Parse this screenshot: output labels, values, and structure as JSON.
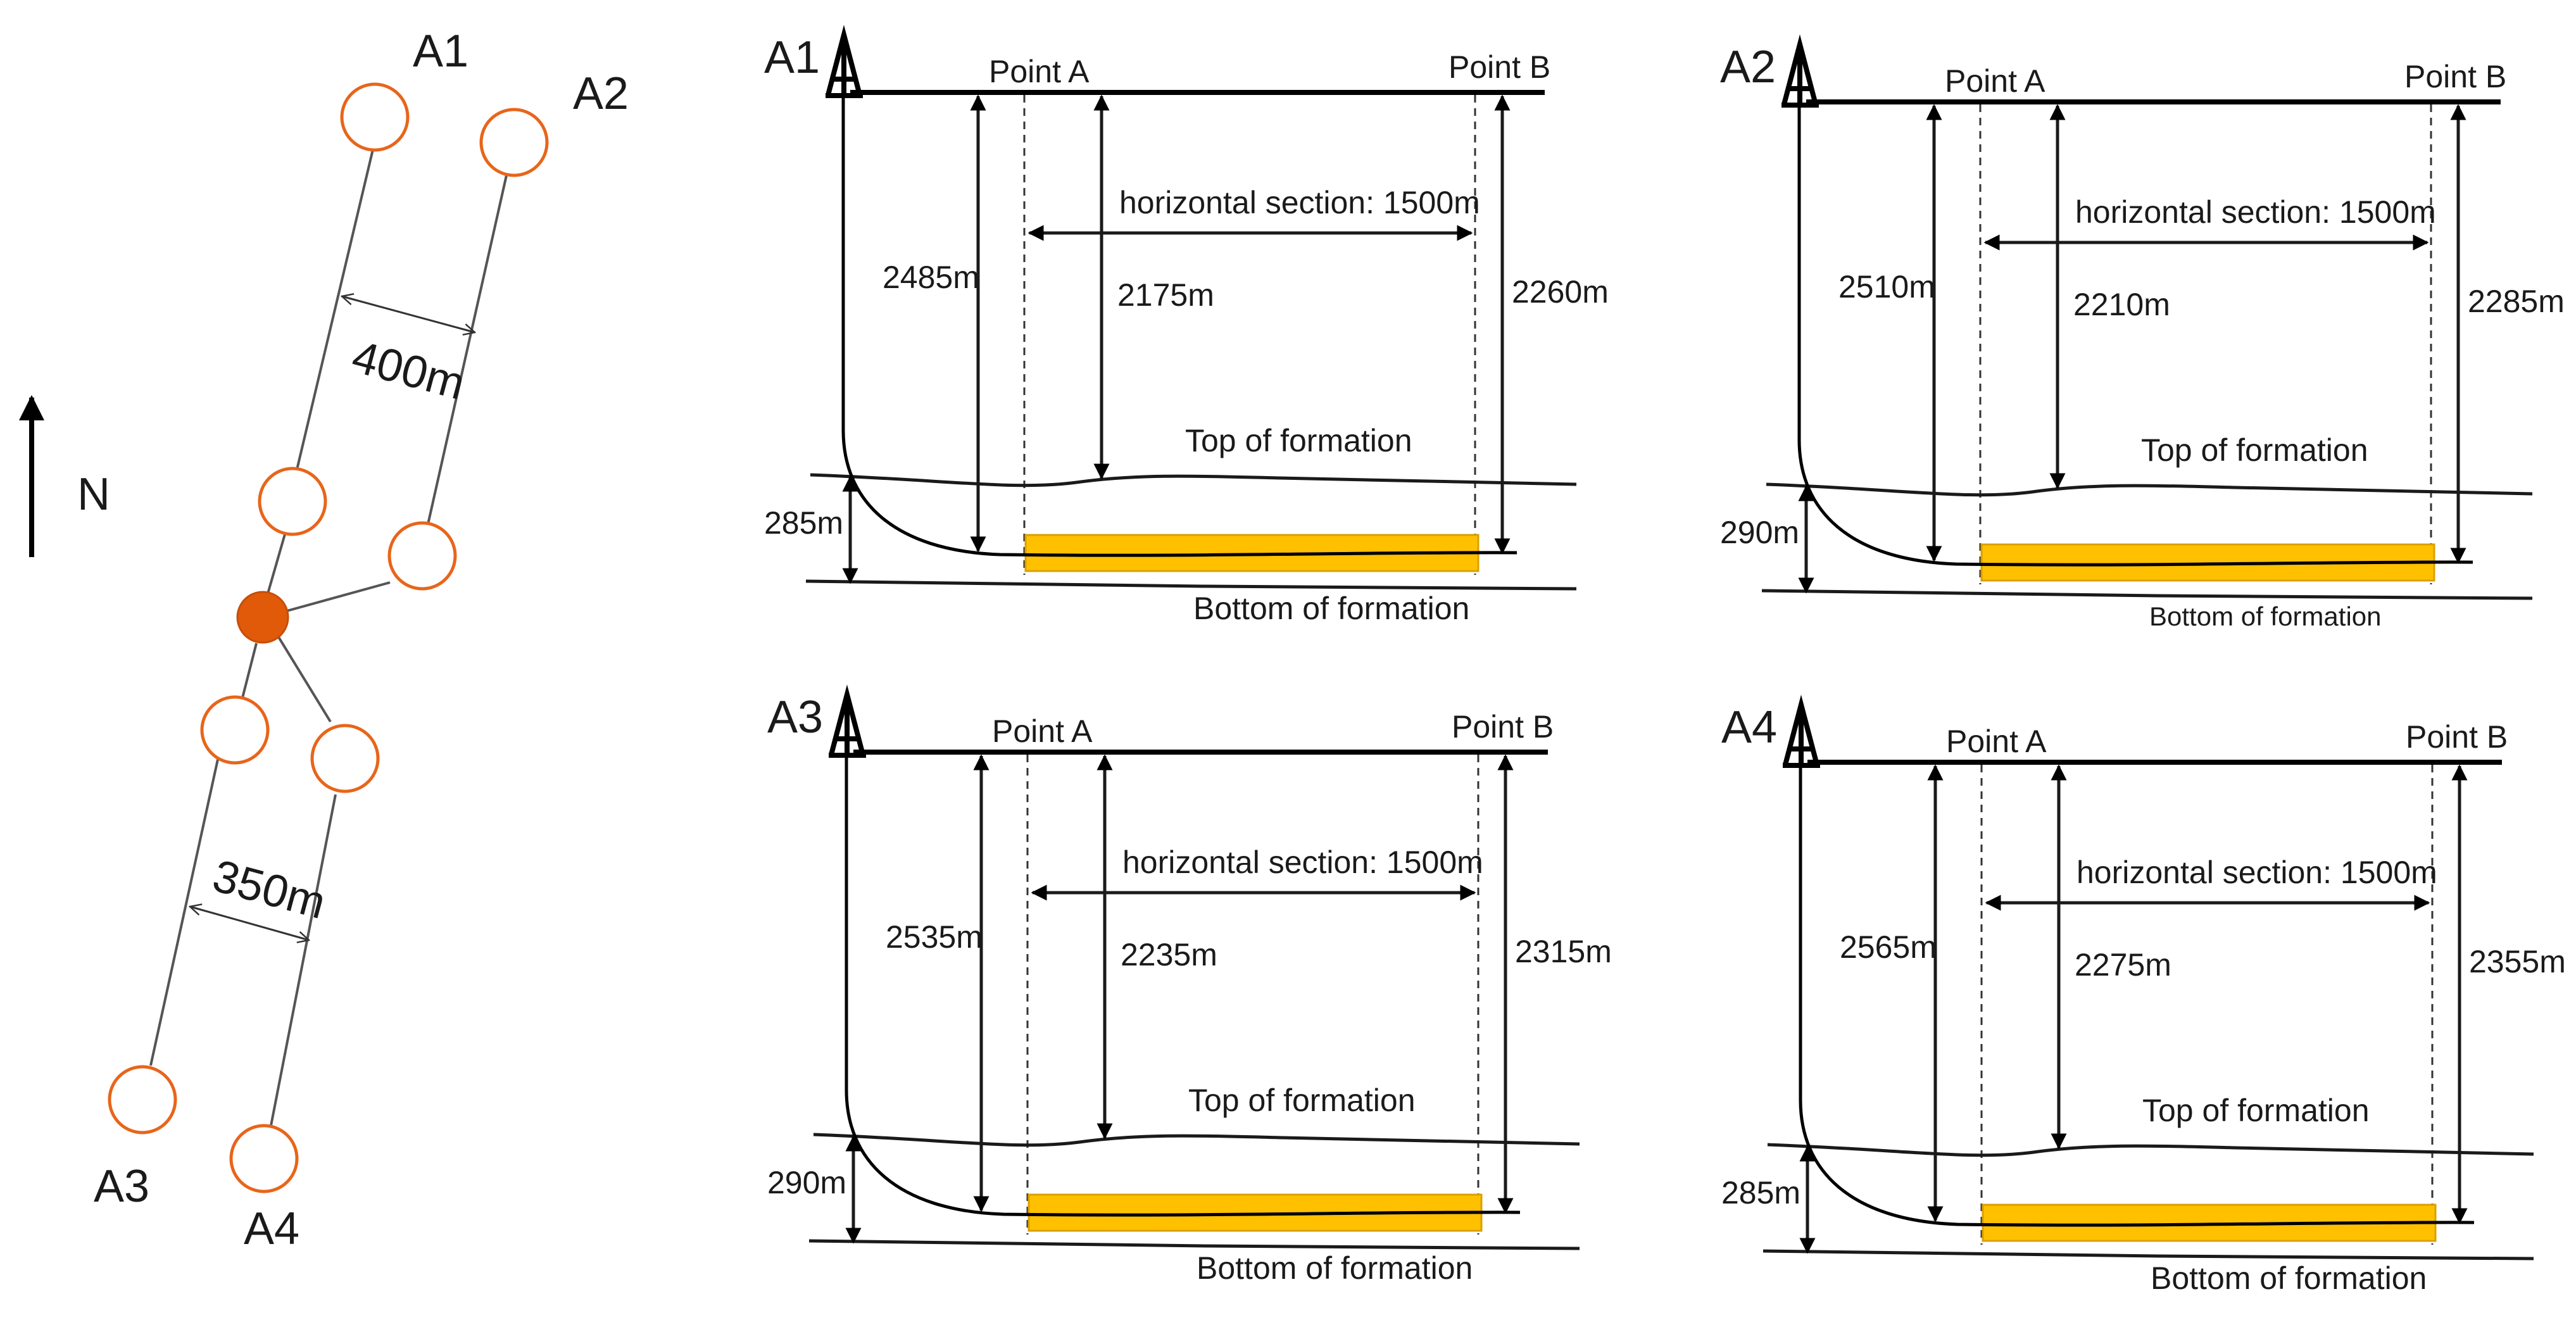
{
  "map": {
    "north_label": "N",
    "spacing_north": "400m",
    "spacing_south": "350m",
    "well_labels": [
      "A1",
      "A2",
      "A3",
      "A4"
    ],
    "colors": {
      "well_ring": "#E8651A",
      "platform": "#E05A0A"
    }
  },
  "sections": [
    {
      "id": "A1",
      "title": "A1",
      "point_a": "Point A",
      "point_b": "Point B",
      "horizontal": "horizontal section: 1500m",
      "depth_heel": "2485m",
      "depth_a": "2175m",
      "depth_b": "2260m",
      "thickness": "285m",
      "top_label": "Top of formation",
      "bottom_label": "Bottom of formation"
    },
    {
      "id": "A2",
      "title": "A2",
      "point_a": "Point A",
      "point_b": "Point B",
      "horizontal": "horizontal section: 1500m",
      "depth_heel": "2510m",
      "depth_a": "2210m",
      "depth_b": "2285m",
      "thickness": "290m",
      "top_label": "Top of formation",
      "bottom_label": "Bottom of formation"
    },
    {
      "id": "A3",
      "title": "A3",
      "point_a": "Point A",
      "point_b": "Point B",
      "horizontal": "horizontal section: 1500m",
      "depth_heel": "2535m",
      "depth_a": "2235m",
      "depth_b": "2315m",
      "thickness": "290m",
      "top_label": "Top of formation",
      "bottom_label": "Bottom of formation"
    },
    {
      "id": "A4",
      "title": "A4",
      "point_a": "Point A",
      "point_b": "Point B",
      "horizontal": "horizontal section: 1500m",
      "depth_heel": "2565m",
      "depth_a": "2275m",
      "depth_b": "2355m",
      "thickness": "285m",
      "top_label": "Top of formation",
      "bottom_label": "Bottom of formation"
    }
  ],
  "colors": {
    "reservoir_fill": "#FFC000",
    "reservoir_stroke": "#D9A000"
  }
}
